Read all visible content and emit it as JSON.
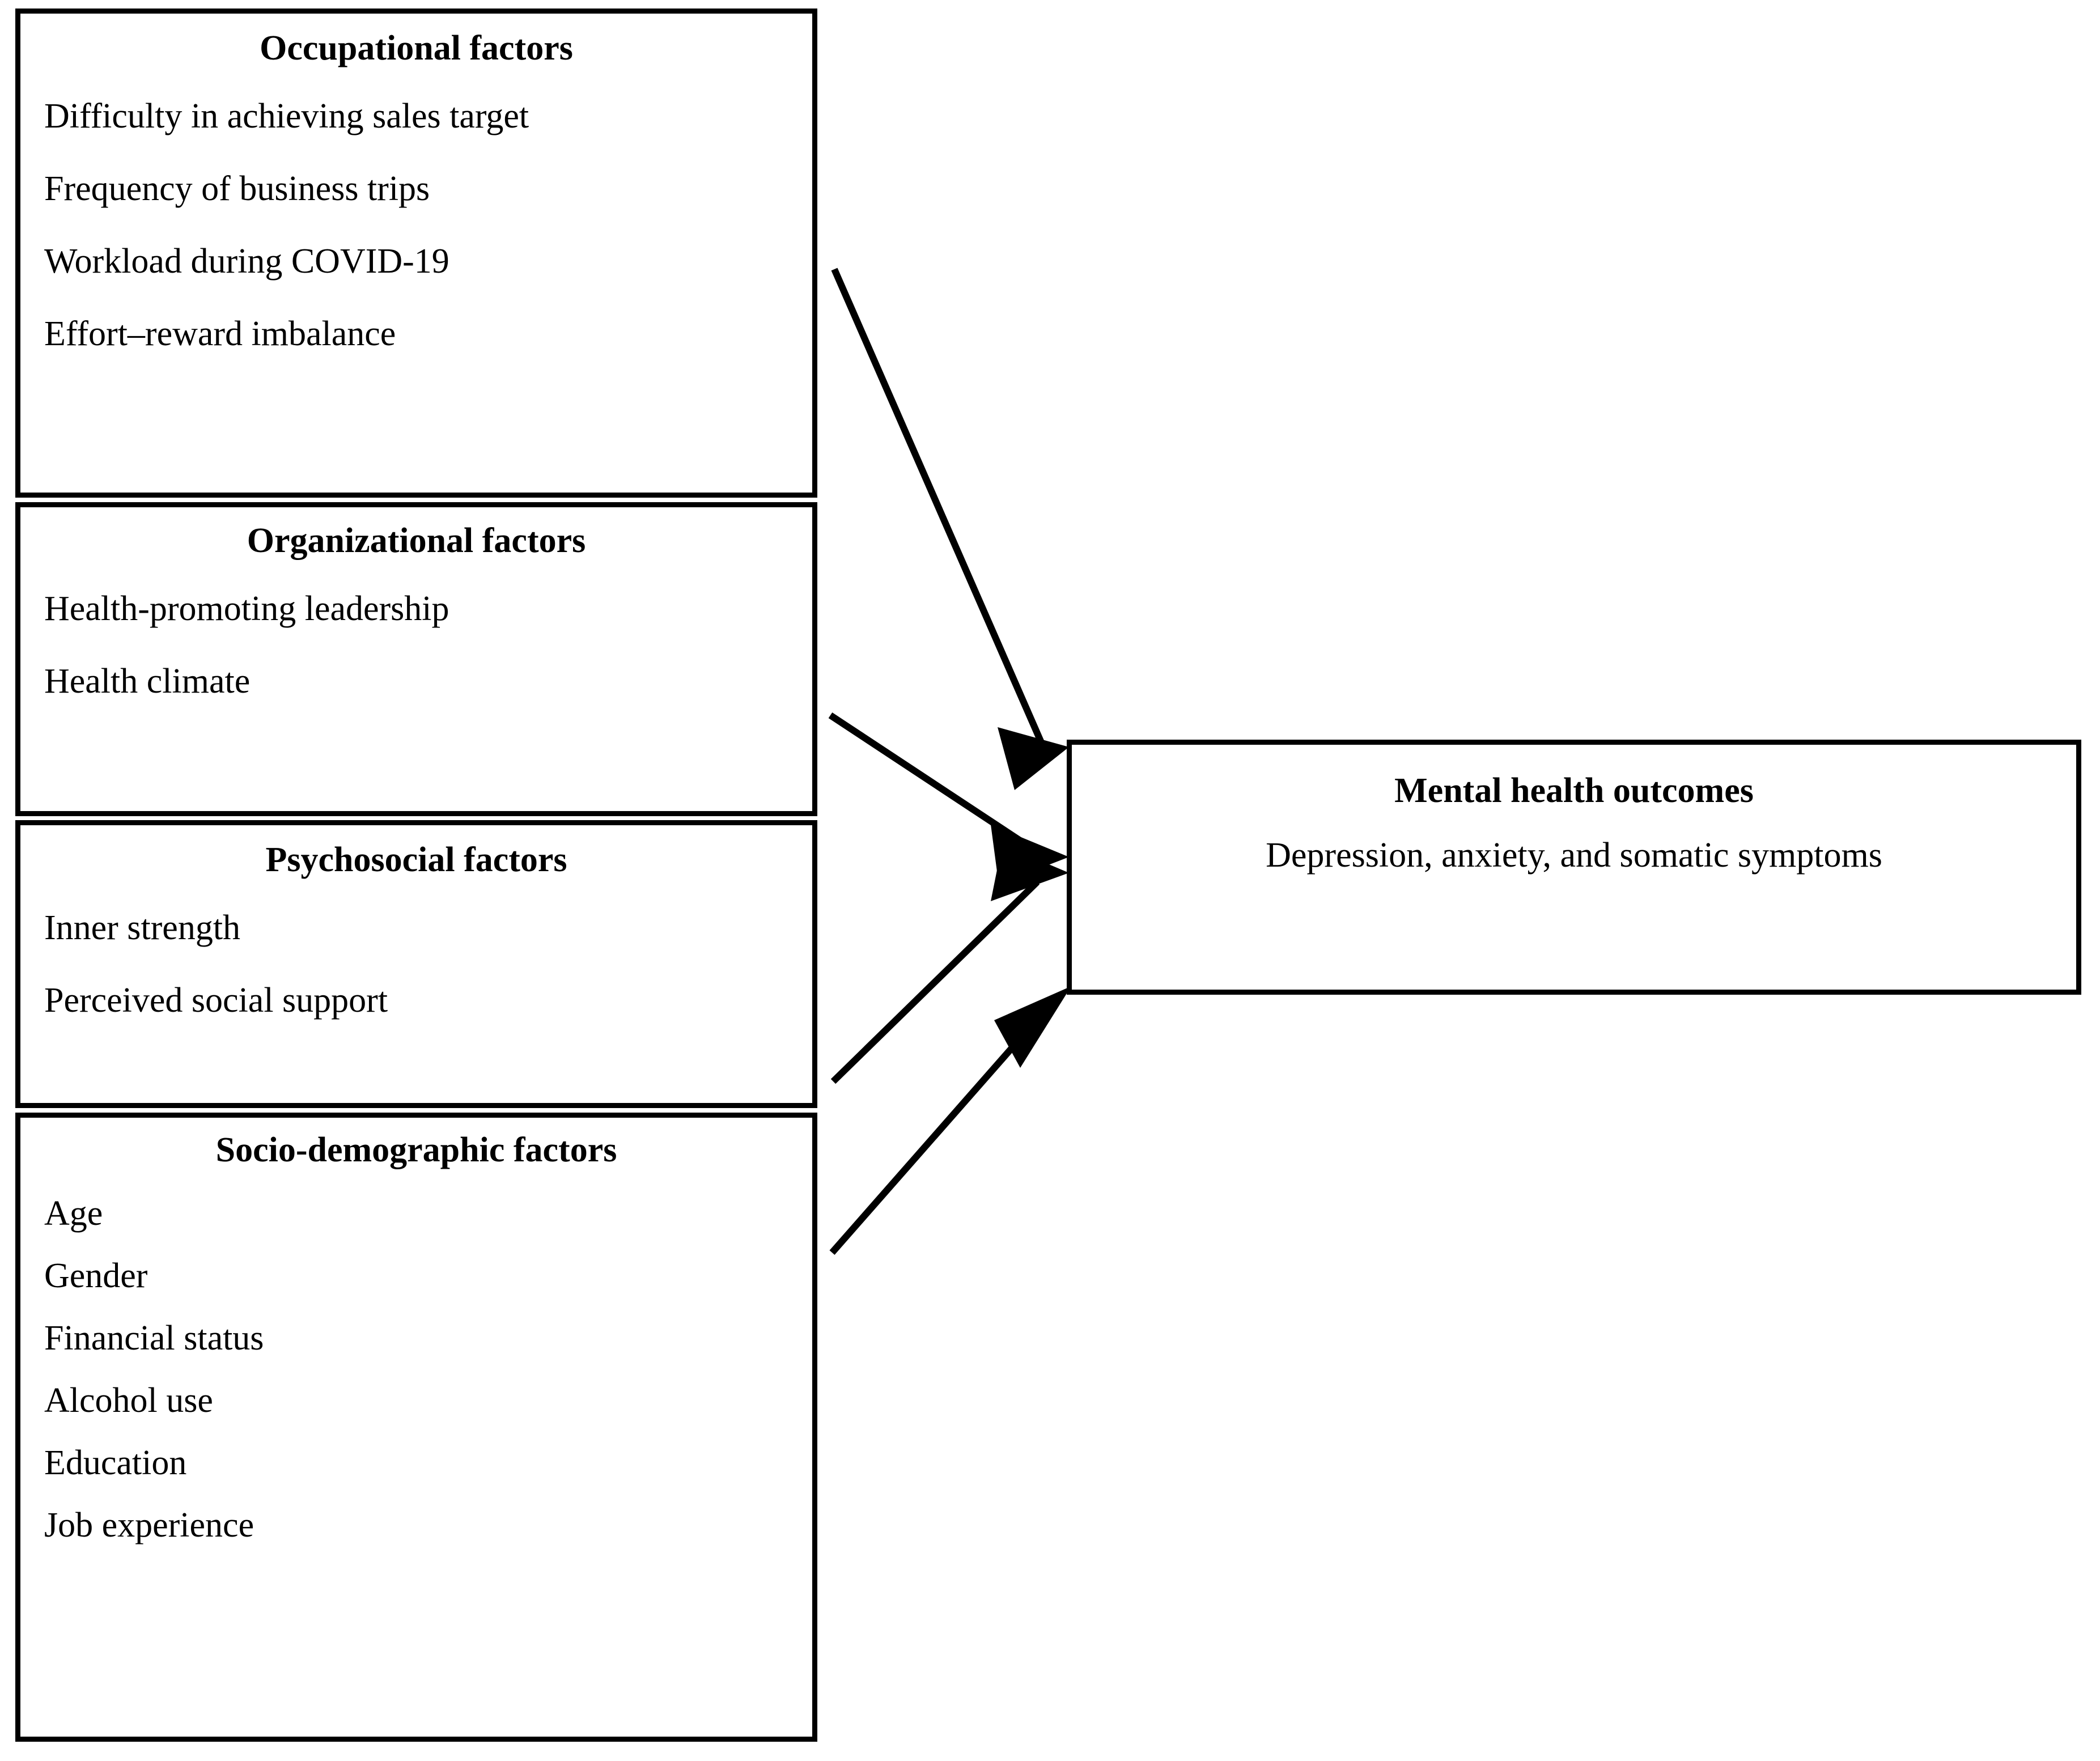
{
  "diagram": {
    "type": "conceptual-framework",
    "title_visible": false,
    "boxes": [
      {
        "id": "occupational",
        "title": "Occupational factors",
        "items": [
          "Difficulty in achieving sales target",
          "Frequency of business trips",
          "Workload during COVID-19",
          "Effort–reward imbalance"
        ]
      },
      {
        "id": "organizational",
        "title": "Organizational factors",
        "items": [
          "Health-promoting leadership",
          "Health climate"
        ]
      },
      {
        "id": "psychosocial",
        "title": "Psychosocial factors",
        "items": [
          "Inner strength",
          "Perceived social support"
        ]
      },
      {
        "id": "sociodemographic",
        "title": "Socio-demographic factors",
        "items": [
          "Age",
          "Gender",
          "Financial status",
          "Alcohol use",
          "Education",
          "Job experience"
        ]
      },
      {
        "id": "outcomes",
        "title": "Mental health outcomes",
        "items": [
          "Depression, anxiety, and somatic symptoms"
        ]
      }
    ],
    "arrows": [
      {
        "id": "arrow-occupational-to-outcomes",
        "from": "occupational",
        "to": "outcomes",
        "label": ""
      },
      {
        "id": "arrow-organizational-to-outcomes",
        "from": "organizational",
        "to": "outcomes",
        "label": ""
      },
      {
        "id": "arrow-psychosocial-to-outcomes",
        "from": "psychosocial",
        "to": "outcomes",
        "label": ""
      },
      {
        "id": "arrow-sociodemographic-to-outcomes",
        "from": "sociodemographic",
        "to": "outcomes",
        "label": ""
      }
    ],
    "colors": {
      "background": "#ffffff",
      "border": "#000000",
      "text": "#000000",
      "arrow": "#000000"
    }
  }
}
